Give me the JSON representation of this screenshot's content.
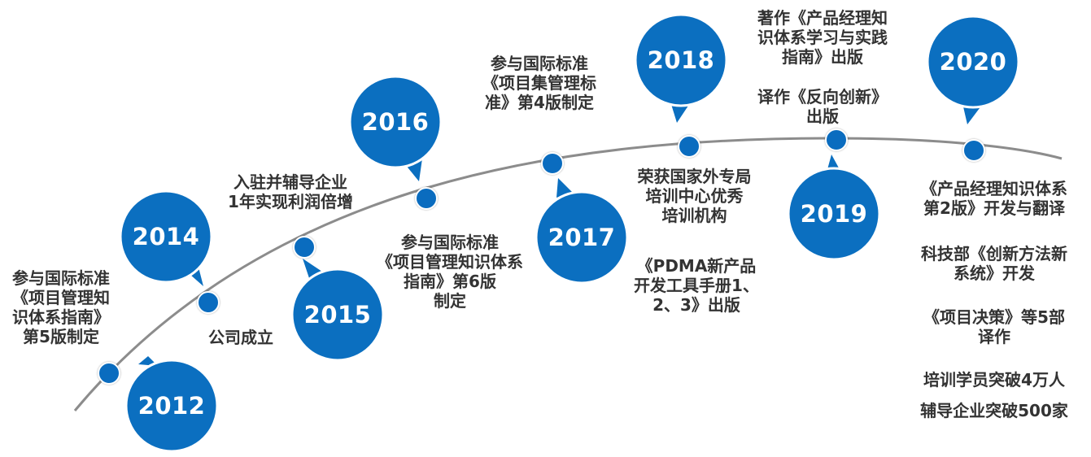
{
  "colors": {
    "bubble": "#0b6fc0",
    "dot": "#0a6cbf",
    "curve": "#8c8c8c",
    "text": "#333333"
  },
  "milestones": [
    {
      "year": "2012",
      "items": [
        "参与国际标准\n《项目管理知\n识体系指南》\n第5版制定"
      ]
    },
    {
      "year": "2014",
      "items": [
        "公司成立"
      ]
    },
    {
      "year": "2015",
      "items": [
        "入驻并辅导企业\n1年实现利润倍增"
      ]
    },
    {
      "year": "2016",
      "items": [
        "参与国际标准\n《项目管理知识体系\n指南》第6版\n制定"
      ]
    },
    {
      "year": "2017",
      "items": [
        "参与国际标准\n《项目集管理标\n准》第4版制定"
      ]
    },
    {
      "year": "2018",
      "items": [
        "荣获国家外专局\n培训中心优秀\n培训机构",
        "《PDMA新产品\n开发工具手册1、\n2、3》出版"
      ]
    },
    {
      "year": "2019",
      "items": [
        "著作《产品经理知\n识体系学习与实践\n指南》出版",
        "译作《反向创新》\n出版"
      ]
    },
    {
      "year": "2020",
      "items": [
        "《产品经理知识体系\n第2版》开发与翻译",
        "科技部《创新方法新\n系统》开发",
        "《项目决策》等5部\n译作",
        "培训学员突破4万人",
        "辅导企业突破500家"
      ]
    }
  ]
}
